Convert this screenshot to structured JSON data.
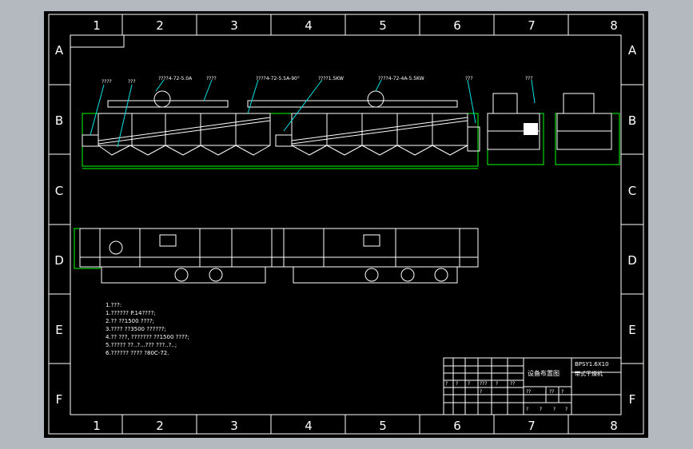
{
  "frame": {
    "columns": [
      "1",
      "2",
      "3",
      "4",
      "5",
      "6",
      "7",
      "8"
    ],
    "rows": [
      "A",
      "B",
      "C",
      "D",
      "E",
      "F"
    ]
  },
  "annotations_elevation": [
    "????",
    "???",
    "????4-72-5.0A",
    "????",
    "????4-72-5.5A-90°",
    "????1.5KW",
    "????4-72-4A-5.5KW",
    "???",
    "???"
  ],
  "notes": [
    "1.???:",
    "1.?????? P.14????;",
    "2.?? ??1500 ????;",
    "3.???? ??3500 ??????;",
    "4.?? ???, ??????? ??1500 ????;",
    "5.????? ??..?...???  ???..?..;",
    "6.?????? ???? ?80C-72."
  ],
  "title_block": {
    "drawing_no": "BPSY1.6X10",
    "drawing_name": "带式干燥机",
    "device_label": "设备布置图",
    "grid_marks": [
      "?",
      "?",
      "?",
      "???",
      "?",
      "??",
      "??",
      "??",
      "?",
      "?",
      "?",
      "?",
      "?",
      "?"
    ]
  },
  "colors": {
    "frame_bg": "#000000",
    "app_bg": "#b4b9c0",
    "linework": "#ffffff",
    "dimension": "#00ff00",
    "leader": "#00e5e5"
  }
}
